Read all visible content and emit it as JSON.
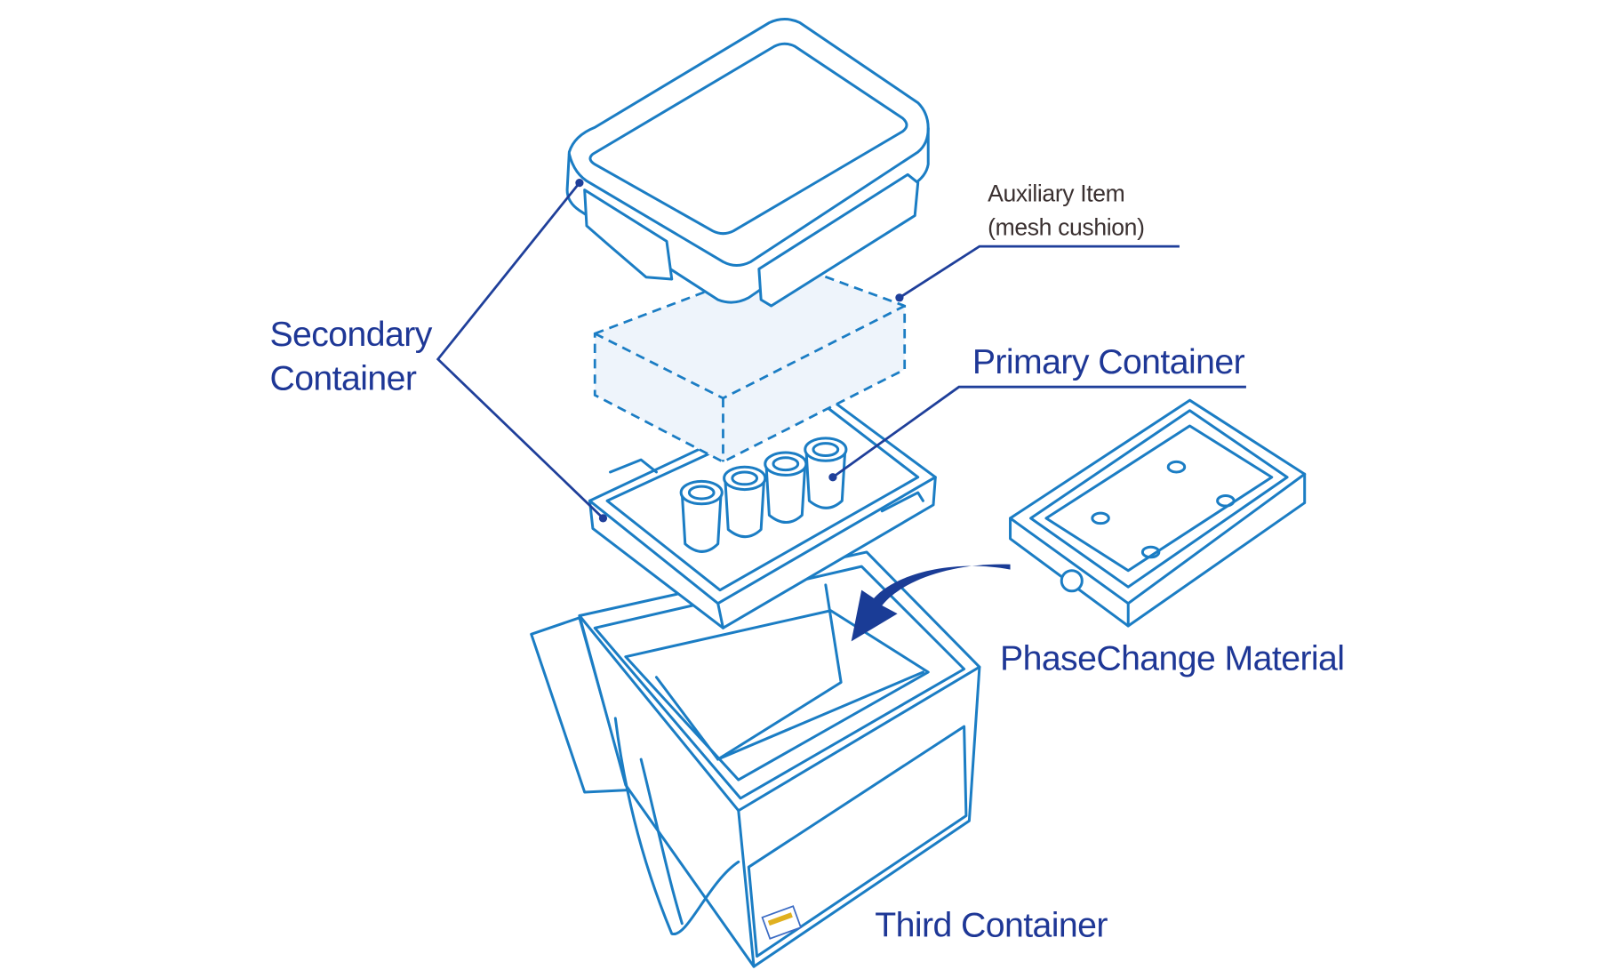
{
  "labels": {
    "secondary_line1": "Secondary",
    "secondary_line2": "Container",
    "auxiliary_line1": "Auxiliary Item",
    "auxiliary_line2": "(mesh cushion)",
    "primary": "Primary Container",
    "phase_change": "PhaseChange Material",
    "third": "Third Container"
  },
  "colors": {
    "outline": "#1b7dc4",
    "label": "#1e3796",
    "leader": "#1f3f9a",
    "arrow": "#1a3c96"
  }
}
